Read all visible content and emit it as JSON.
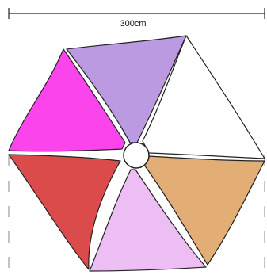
{
  "dimension": {
    "label": "300cm"
  },
  "panels": [
    {
      "name": "top-panel",
      "color": "#BB9AE2"
    },
    {
      "name": "top-right-panel",
      "color": "#FFFFFF"
    },
    {
      "name": "bottom-right-panel",
      "color": "#E2AE76"
    },
    {
      "name": "bottom-panel",
      "color": "#EDBEF4"
    },
    {
      "name": "bottom-left-panel",
      "color": "#DB4B4B"
    },
    {
      "name": "top-left-panel",
      "color": "#FC44EC"
    }
  ],
  "hub": {
    "color": "#FFFFFF"
  }
}
